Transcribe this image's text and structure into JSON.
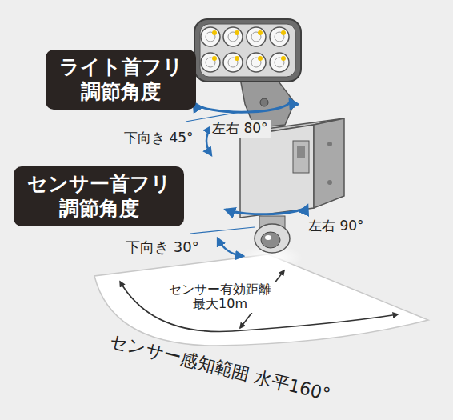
{
  "diagram": {
    "nodes": [
      {
        "text": [
          "ライト首フリ 調節角度"
        ]
      },
      {
        "text": [
          "センサー首フリ 調節角度"
        ]
      }
    ],
    "labels": [
      "下向き 45°",
      "左右 80°",
      "左右 90°",
      "下向き 30°",
      "センサー有効距離 最大10m",
      "センサー感知範囲 水平160°"
    ]
  }
}
